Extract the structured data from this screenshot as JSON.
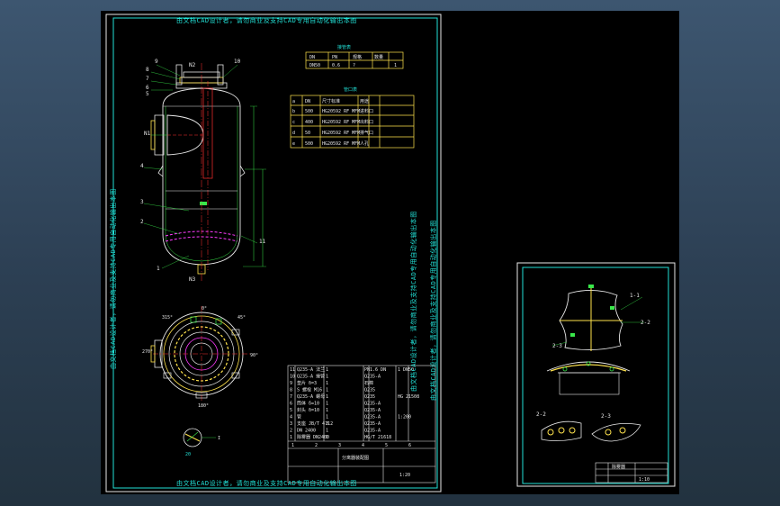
{
  "watermark": "由文档CAD设计者，请勿商业及支持CAD专用自动化输出本图",
  "nozzle_table": {
    "title": "接管表",
    "header": [
      "DN",
      "PN",
      "规格",
      "数量"
    ],
    "row": [
      "DN50",
      "0.6",
      "?",
      "1"
    ]
  },
  "parts_table": {
    "title": "管口表",
    "rows": [
      [
        "a",
        "DN",
        "尺寸标准",
        "用途"
      ],
      [
        "b",
        "500",
        "HG20592 RF MFM",
        "进料口"
      ],
      [
        "c",
        "400",
        "HG20592 RF MFM",
        "出料口"
      ],
      [
        "d",
        "50",
        "HG20592 RF MFM",
        "排气口"
      ],
      [
        "e",
        "500",
        "HG20592 RF MFM",
        "人孔"
      ]
    ]
  },
  "bom": {
    "rows": [
      [
        "11",
        "Q235-A 法兰",
        "1",
        "PN1.6 DN",
        "",
        "1 DN50"
      ],
      [
        "10",
        "Q235-A 接管",
        "1",
        "Q235-A",
        "",
        ""
      ],
      [
        "9",
        "垫片 δ=3",
        "1",
        "石棉",
        "",
        ""
      ],
      [
        "8",
        "S 螺栓 M16",
        "1",
        "Q235",
        "",
        ""
      ],
      [
        "7",
        "Q235-A 螺母",
        "1",
        "Q235",
        "",
        "HG 21508"
      ],
      [
        "6",
        "筒体 δ=10",
        "1",
        "Q235-A",
        "",
        ""
      ],
      [
        "5",
        "封头 δ=10",
        "1",
        "Q235-A",
        "",
        ""
      ],
      [
        "4",
        "管",
        "1",
        "Q235-A",
        "",
        "1:200"
      ],
      [
        "3",
        "支座 JB/T 4712",
        "3",
        "Q235-A",
        "",
        ""
      ],
      [
        "2",
        "DN 2400",
        "1",
        "Q235-A",
        "",
        ""
      ],
      [
        "1",
        "除雾器 DN2400",
        "1",
        "HG/T 21618",
        "",
        ""
      ]
    ],
    "footer_labels": [
      "1",
      "2",
      "3",
      "4",
      "5",
      "6"
    ],
    "drawing_name": "分离器装配图",
    "drawing_code": "1:20"
  },
  "side_title": {
    "name": "除雾器",
    "code": "1:10"
  },
  "callouts": {
    "left": [
      "9",
      "8",
      "7",
      "6",
      "5",
      "N1",
      "4",
      "3",
      "2",
      "1",
      "N3",
      "N2"
    ],
    "right": [
      "10",
      "11"
    ],
    "plan_angles": [
      "0°",
      "45°",
      "90°",
      "180°",
      "270°",
      "315°"
    ],
    "detail": [
      "I",
      "20"
    ],
    "section": [
      "1-1",
      "2-2",
      "2-3",
      "2-2",
      "2-3"
    ]
  },
  "colors": {
    "border": "#22e0d6",
    "line": "#e8e8e8",
    "highlight": "#ffe34d",
    "green": "#39e84a",
    "magenta": "#ff3cff",
    "red": "#ff3030"
  }
}
